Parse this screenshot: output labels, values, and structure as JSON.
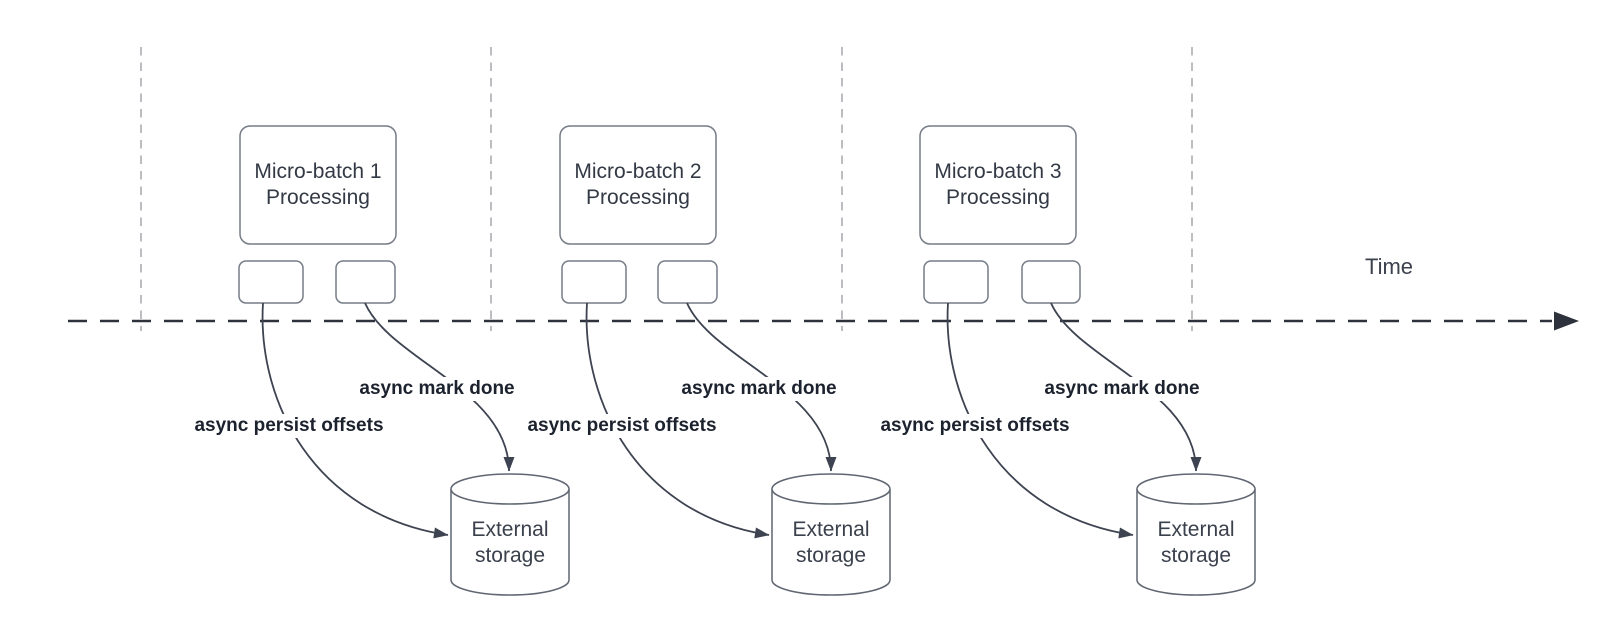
{
  "timeline": {
    "label": "Time"
  },
  "batches": [
    {
      "title_line1": "Micro-batch 1",
      "title_line2": "Processing",
      "persist_label": "async persist offsets",
      "done_label": "async mark done",
      "storage": {
        "line1": "External",
        "line2": "storage"
      }
    },
    {
      "title_line1": "Micro-batch 2",
      "title_line2": "Processing",
      "persist_label": "async persist offsets",
      "done_label": "async mark done",
      "storage": {
        "line1": "External",
        "line2": "storage"
      }
    },
    {
      "title_line1": "Micro-batch 3",
      "title_line2": "Processing",
      "persist_label": "async persist offsets",
      "done_label": "async mark done",
      "storage": {
        "line1": "External",
        "line2": "storage"
      }
    }
  ],
  "colors": {
    "edge": "#3d4350",
    "timeline": "#2e323c",
    "interval_line": "#b4b6b9",
    "box_border": "#767d87",
    "cylinder_border": "#5f6671",
    "box_text": "#333a45",
    "label_text": "#1c222e"
  }
}
